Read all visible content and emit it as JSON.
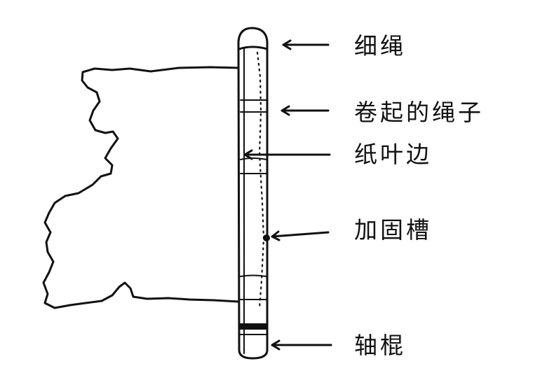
{
  "labels": {
    "thin_rope": "细绳",
    "rolled_rope": "卷起的绳子",
    "leaf_edge": "纸叶边",
    "reinforcing_groove": "加固槽",
    "roller_shaft": "轴棍"
  }
}
